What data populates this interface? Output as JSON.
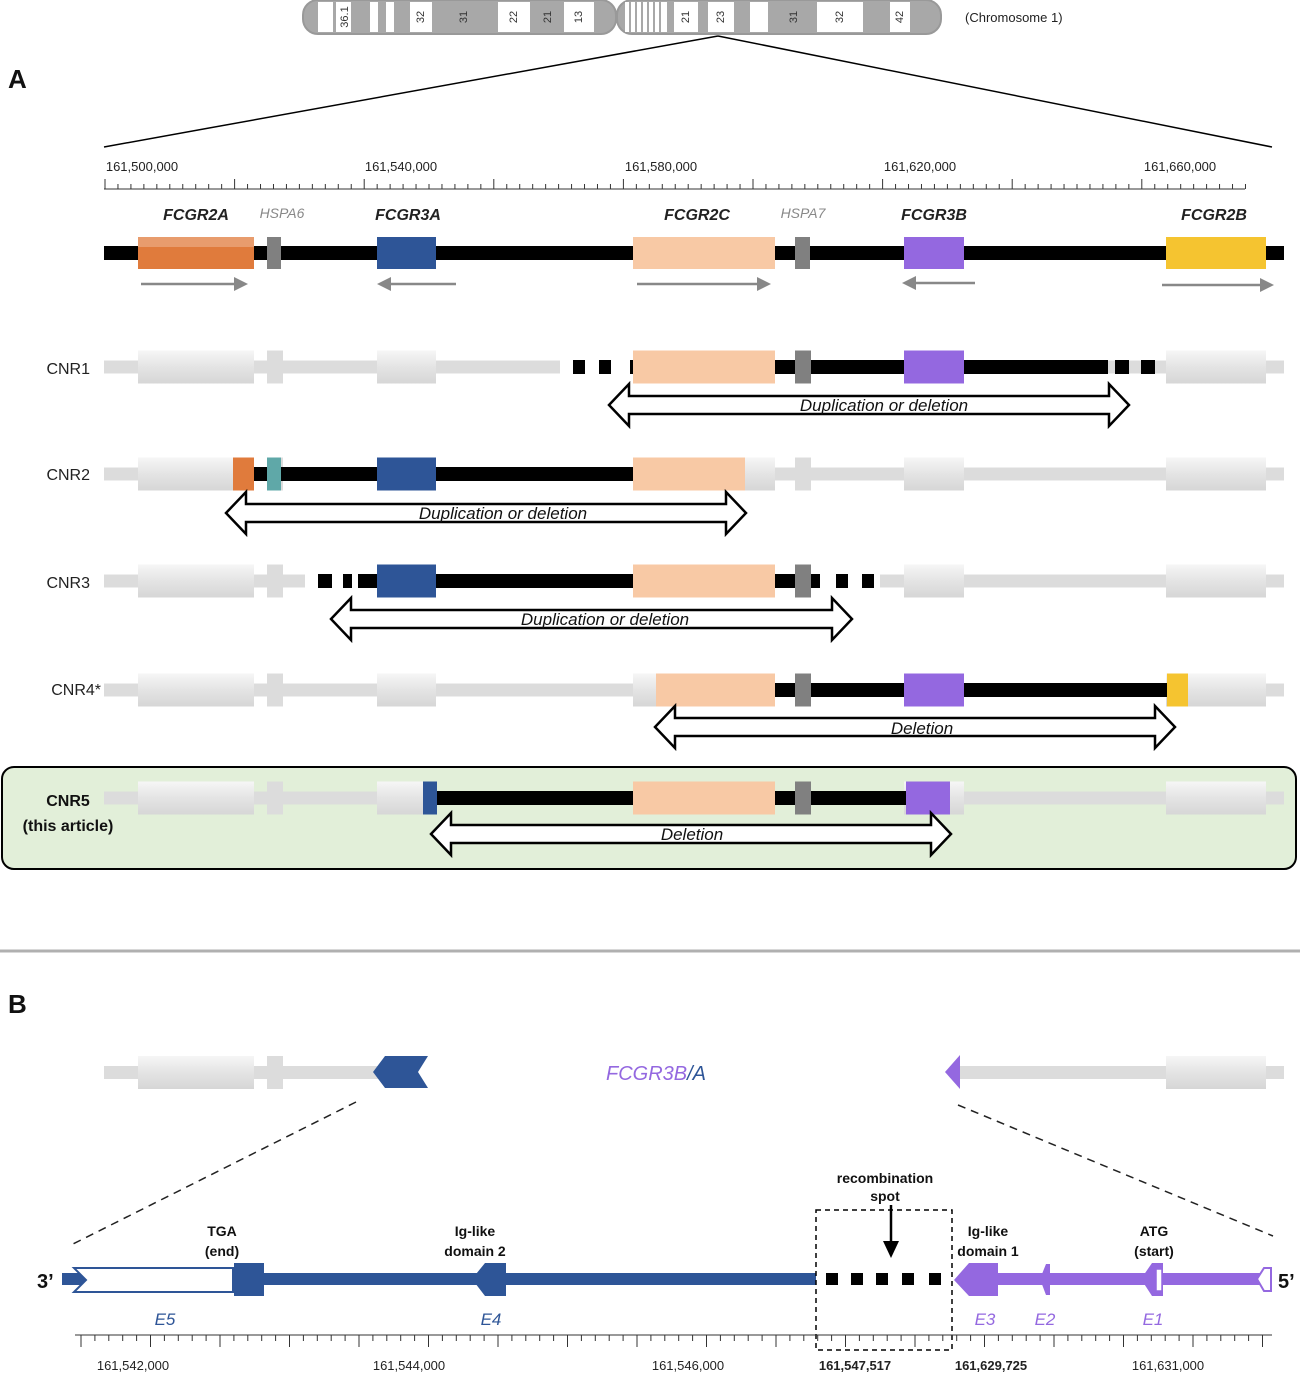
{
  "chromosome": {
    "label": "(Chromosome 1)",
    "bands": [
      "36.1",
      "32",
      "31",
      "22",
      "21",
      "13",
      "21",
      "23",
      "31",
      "32",
      "42"
    ]
  },
  "panel_a": {
    "letter": "A",
    "scale_labels": [
      "161,500,000",
      "161,540,000",
      "161,580,000",
      "161,620,000",
      "161,660,000"
    ],
    "genes": {
      "fcgr2a": "FCGR2A",
      "hspa6": "HSPA6",
      "fcgr3a": "FCGR3A",
      "fcgr2c": "FCGR2C",
      "hspa7": "HSPA7",
      "fcgr3b": "FCGR3B",
      "fcgr2b": "FCGR2B"
    },
    "rows": {
      "cnr1": {
        "label": "CNR1",
        "arrow": "Duplication or deletion"
      },
      "cnr2": {
        "label": "CNR2",
        "arrow": "Duplication or deletion"
      },
      "cnr3": {
        "label": "CNR3",
        "arrow": "Duplication or deletion"
      },
      "cnr4": {
        "label": "CNR4*",
        "arrow": "Deletion"
      },
      "cnr5": {
        "label_1": "CNR5",
        "label_2": "(this article)",
        "arrow": "Deletion"
      }
    },
    "colors": {
      "fcgr2a": "#e07b3c",
      "fcgr3a": "#2e5597",
      "fcgr2c": "#f8c9a5",
      "fcgr3b": "#9468e0",
      "fcgr2b": "#f5c430",
      "hspa": "#808080",
      "hspa6_cnr2": "#5fa8a8",
      "highlight_box": "#e2efd9"
    }
  },
  "panel_b": {
    "letter": "B",
    "fusion_label_1": "FCGR3B",
    "fusion_label_2": "/A",
    "three_prime": "3’",
    "five_prime": "5’",
    "annotations": {
      "tga_1": "TGA",
      "tga_2": "(end)",
      "ig2_1": "Ig-like",
      "ig2_2": "domain 2",
      "recomb_1": "recombination",
      "recomb_2": "spot",
      "ig1_1": "Ig-like",
      "ig1_2": "domain 1",
      "atg_1": "ATG",
      "atg_2": "(start)"
    },
    "exons": {
      "e5": "E5",
      "e4": "E4",
      "e3": "E3",
      "e2": "E2",
      "e1": "E1"
    },
    "scale_labels": {
      "l1": "161,542,000",
      "l2": "161,544,000",
      "l3": "161,546,000",
      "l4": "161,547,517",
      "l5": "161,629,725",
      "l6": "161,631,000"
    }
  }
}
